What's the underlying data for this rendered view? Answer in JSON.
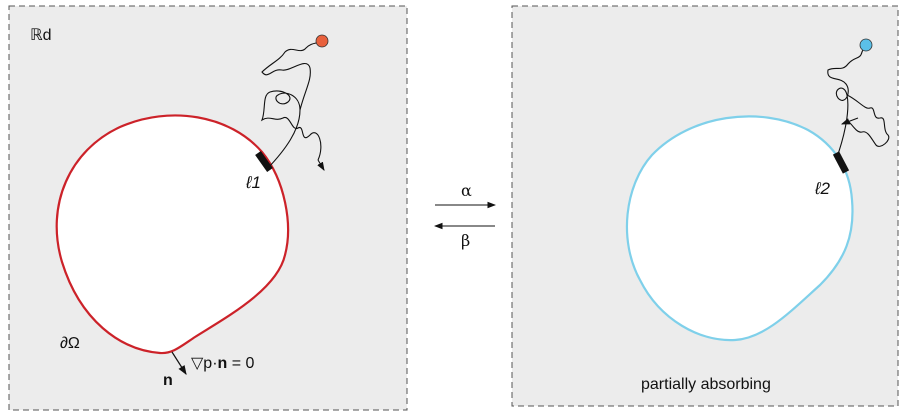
{
  "left_panel": {
    "space_label": "ℝd",
    "window_label": "ℓ1",
    "boundary_label": "∂Ω",
    "normal_label": "n",
    "bc_prefix": "▽p·",
    "bc_bold": "n",
    "bc_suffix": " = 0",
    "boundary_color": "#cc2229",
    "particle_color": "#e8603c"
  },
  "right_panel": {
    "window_label": "ℓ2",
    "caption": "partially absorbing",
    "boundary_color": "#7fd0ea",
    "particle_color": "#5bc0e8"
  },
  "switching": {
    "forward_label": "α",
    "backward_label": "β"
  },
  "colors": {
    "panel_bg": "#ececec",
    "border": "#555555"
  }
}
